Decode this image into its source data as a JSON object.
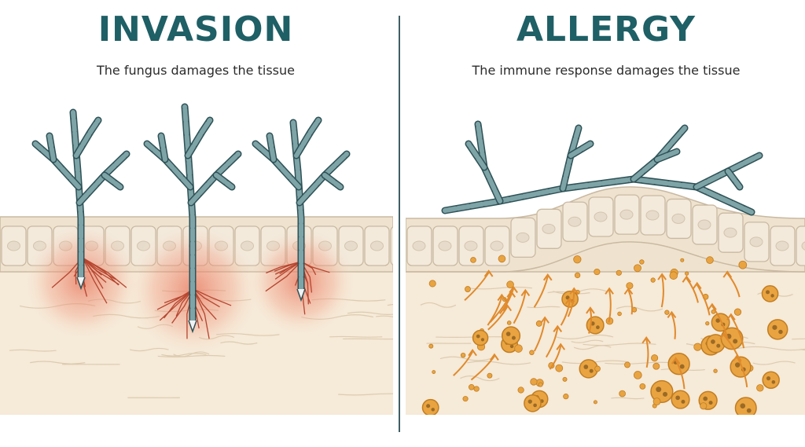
{
  "invasion": {
    "title": "INVASION",
    "subtitle": "The fungus damages the tissue"
  },
  "allergy": {
    "title": "ALLERGY",
    "subtitle": "The immune response damages the tissue"
  },
  "colors": {
    "heading": "#1f5f66",
    "hyphae": "#7fa4a8",
    "hyphae_outline": "#2e5257",
    "tissue": "#f6ead8",
    "cell": "#f3eadc",
    "cell_outline": "#c9b9a2",
    "inflammation": "#e8735a",
    "immune_cell": "#e9a441",
    "immune_nucleus": "#9b6a26"
  },
  "icons": [
    "fungal-hypha-icon",
    "epithelial-cell-icon",
    "immune-cell-icon",
    "inflammation-arrow-icon"
  ]
}
